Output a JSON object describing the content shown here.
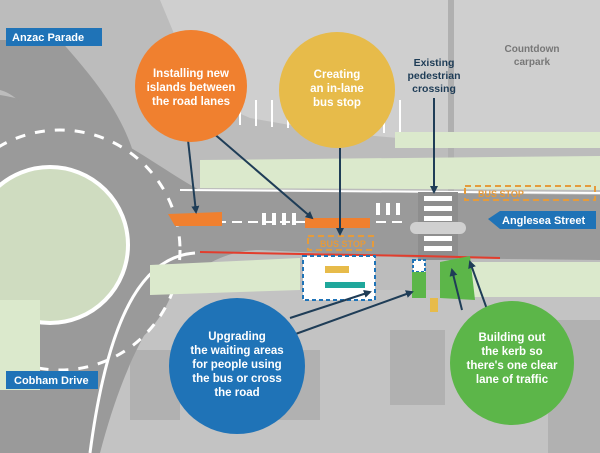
{
  "map": {
    "streets": {
      "anzac_parade": "Anzac Parade",
      "cobham_drive": "Cobham Drive",
      "anglesea_street": "Anglesea Street"
    },
    "places": {
      "countdown_line1": "Countdown",
      "countdown_line2": "carpark"
    },
    "road_markings": {
      "bus_stop_left": "BUS STOP",
      "bus_stop_right": "BUS STOP"
    },
    "callouts": {
      "islands": {
        "lines": [
          "Installing new",
          "islands between",
          "the road lanes"
        ],
        "color": "#f0802f"
      },
      "bus_stop": {
        "lines": [
          "Creating",
          "an in-lane",
          "bus stop"
        ],
        "color": "#e7bb4a"
      },
      "crossing": {
        "lines": [
          "Existing",
          "pedestrian",
          "crossing"
        ]
      },
      "waiting": {
        "lines": [
          "Upgrading",
          "the waiting areas",
          "for people using",
          "the bus or cross",
          "the road"
        ],
        "color": "#1f73b7"
      },
      "kerb": {
        "lines": [
          "Building out",
          "the kerb so",
          "there's one clear",
          "lane of traffic"
        ],
        "color": "#5cb649"
      }
    },
    "colors": {
      "road": "#9a9a9a",
      "green_space": "#dbe9cc",
      "sign_blue": "#1f73b7",
      "arrow": "#1f3d57",
      "bus_stop_line": "#e59b3b"
    }
  }
}
